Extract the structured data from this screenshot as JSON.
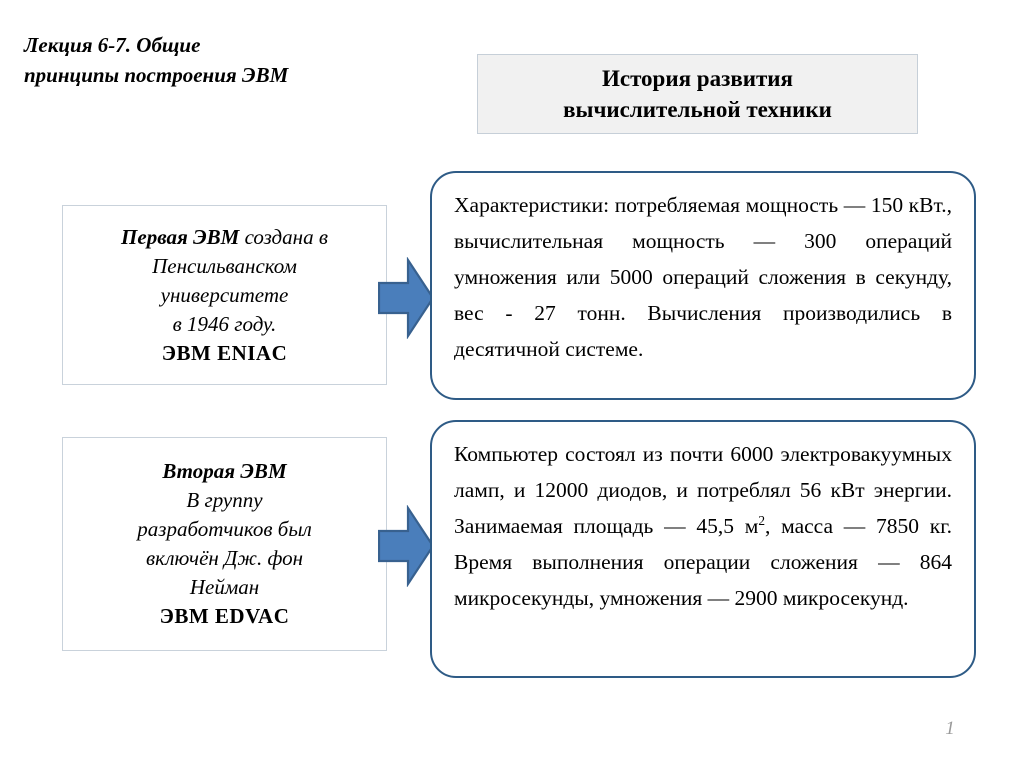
{
  "slide": {
    "lecture_title": "Лекция 6-7. Общие\nпринципы построения ЭВМ",
    "header_title": "История развития\nвычислительной техники",
    "page_number": "1"
  },
  "colors": {
    "arrow_fill": "#4A7EBB",
    "arrow_border": "#38618F",
    "round_box_border": "#2E5B86",
    "header_box_fill": "#F1F1F1",
    "header_box_border": "#C6CFD8",
    "left_box_border": "#C9D2DB",
    "page_number_color": "#9A9A9A"
  },
  "entries": [
    {
      "left_box": {
        "head": "Первая ЭВМ",
        "head_tail": " создана в",
        "body_lines": [
          "Пенсильванском",
          "университете",
          "в 1946 году."
        ],
        "machine": "ЭВМ   ENIAC"
      },
      "arrow": "right-arrow",
      "detail": "Характеристики: потребляемая мощность — 150 кВт., вычислительная мощность — 300 операций умножения или 5000 операций сложения в секунду, вес - 27 тонн. Вычисления производились в десятичной системе."
    },
    {
      "left_box": {
        "head": "Вторая  ЭВМ",
        "head_tail": "",
        "body_lines": [
          "В группу",
          "разработчиков был",
          "включён Дж. фон",
          "Нейман"
        ],
        "machine": "ЭВМ   EDVAC"
      },
      "arrow": "right-arrow",
      "detail_parts": {
        "before_sup": "Компьютер состоял из почти 6000 электровакуумных ламп, и 12000 диодов, и потреблял 56 кВт энергии. Занимаемая площадь — 45,5 м",
        "sup": "2",
        "after_sup": ", масса — 7850 кг. Время выполнения операции сложения — 864 микросекунды, умножения — 2900 микросекунд."
      }
    }
  ]
}
